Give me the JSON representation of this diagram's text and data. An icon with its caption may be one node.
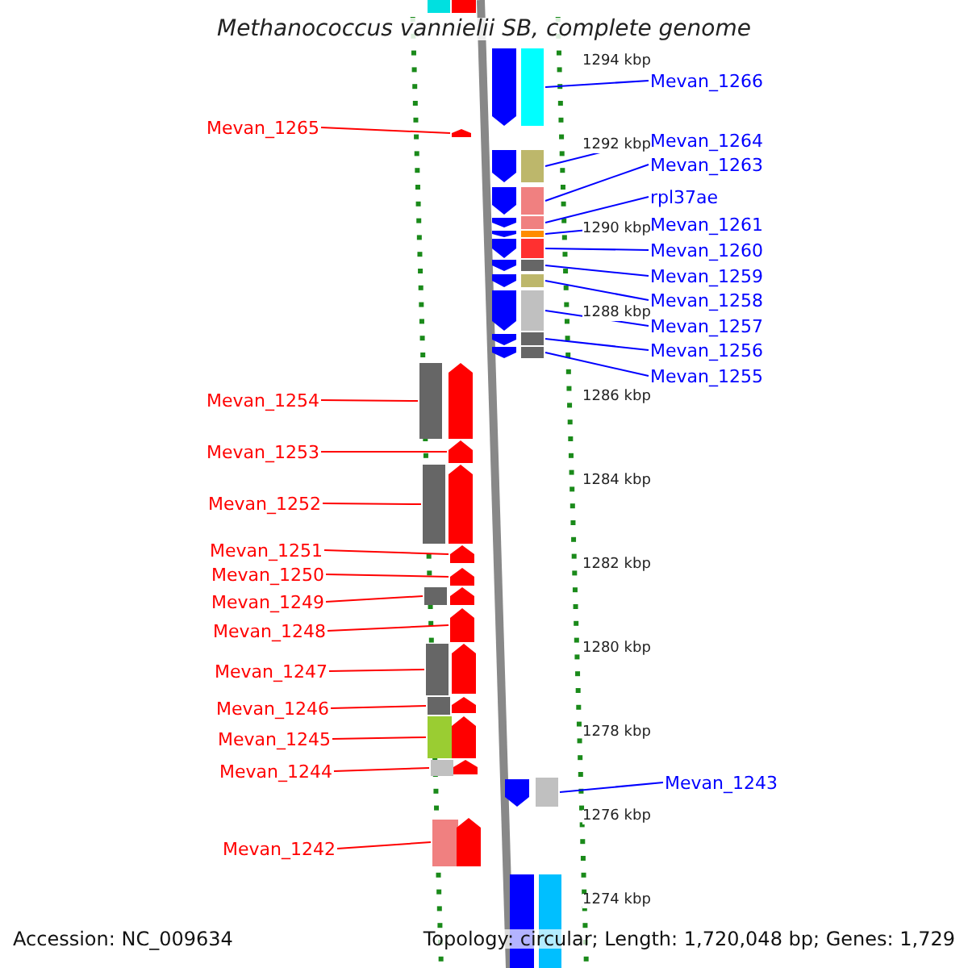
{
  "diagram": {
    "title": "Methanococcus vannielii SB, complete genome",
    "nodes": [
      {
        "text": [
          "Mevan_1266"
        ]
      },
      {
        "text": [
          "Mevan_1265"
        ]
      },
      {
        "text": [
          "Mevan_1264"
        ]
      },
      {
        "text": [
          "Mevan_1263"
        ]
      },
      {
        "text": [
          "rpl37ae"
        ]
      },
      {
        "text": [
          "Mevan_1261"
        ]
      },
      {
        "text": [
          "Mevan_1260"
        ]
      },
      {
        "text": [
          "Mevan_1259"
        ]
      },
      {
        "text": [
          "Mevan_1258"
        ]
      },
      {
        "text": [
          "Mevan_1257"
        ]
      },
      {
        "text": [
          "Mevan_1256"
        ]
      },
      {
        "text": [
          "Mevan_1255"
        ]
      },
      {
        "text": [
          "Mevan_1254"
        ]
      },
      {
        "text": [
          "Mevan_1253"
        ]
      },
      {
        "text": [
          "Mevan_1252"
        ]
      },
      {
        "text": [
          "Mevan_1251"
        ]
      },
      {
        "text": [
          "Mevan_1250"
        ]
      },
      {
        "text": [
          "Mevan_1249"
        ]
      },
      {
        "text": [
          "Mevan_1248"
        ]
      },
      {
        "text": [
          "Mevan_1247"
        ]
      },
      {
        "text": [
          "Mevan_1246"
        ]
      },
      {
        "text": [
          "Mevan_1245"
        ]
      },
      {
        "text": [
          "Mevan_1244"
        ]
      },
      {
        "text": [
          "Mevan_1243"
        ]
      },
      {
        "text": [
          "Mevan_1242"
        ]
      },
      {
        "text": [],
        "shape": "arrow"
      },
      {
        "text": [],
        "shape": "arrow"
      },
      {
        "text": [],
        "shape": "arrow"
      },
      {
        "text": [],
        "shape": "arrow"
      },
      {
        "text": [],
        "shape": "arrow"
      },
      {
        "text": [],
        "shape": "arrow"
      },
      {
        "text": [],
        "shape": "arrow"
      },
      {
        "text": [],
        "shape": "arrow"
      },
      {
        "text": [],
        "shape": "arrow"
      },
      {
        "text": [],
        "shape": "arrow"
      },
      {
        "text": [],
        "shape": "arrow"
      },
      {
        "text": [],
        "shape": "arrow"
      },
      {
        "text": [],
        "shape": "arrow"
      },
      {
        "text": [],
        "shape": "arrow"
      },
      {
        "text": [],
        "shape": "arrow"
      },
      {
        "text": [],
        "shape": "arrow"
      },
      {
        "text": [],
        "shape": "arrow"
      },
      {
        "text": [],
        "shape": "arrow"
      },
      {
        "text": [],
        "shape": "arrow"
      },
      {
        "text": [],
        "shape": "arrow"
      },
      {
        "text": [],
        "shape": "arrow"
      },
      {
        "text": [],
        "shape": "arrow"
      },
      {
        "text": [],
        "shape": "arrow"
      },
      {
        "text": [],
        "shape": "arrow"
      },
      {
        "text": [],
        "shape": "arrow"
      }
    ],
    "edges": [
      {
        "from": 0,
        "to": 25,
        "arrow": "none",
        "color": "#0000ff"
      },
      {
        "from": 1,
        "to": 26,
        "arrow": "none"
      },
      {
        "from": 2,
        "to": 27,
        "arrow": "none",
        "color": "#0000ff"
      },
      {
        "from": 3,
        "to": 28,
        "arrow": "none",
        "color": "#0000ff"
      },
      {
        "from": 4,
        "to": 29,
        "arrow": "none",
        "color": "#0000ff"
      },
      {
        "from": 5,
        "to": 30,
        "arrow": "none",
        "color": "#0000ff"
      },
      {
        "from": 6,
        "to": 31,
        "arrow": "none",
        "color": "#0000ff"
      },
      {
        "from": 7,
        "to": 32,
        "arrow": "none",
        "color": "#0000ff"
      },
      {
        "from": 8,
        "to": 33,
        "arrow": "none",
        "color": "#0000ff"
      },
      {
        "from": 9,
        "to": 34,
        "arrow": "none",
        "color": "#0000ff"
      },
      {
        "from": 10,
        "to": 35,
        "arrow": "none",
        "color": "#0000ff"
      },
      {
        "from": 11,
        "to": 36,
        "arrow": "none",
        "color": "#0000ff"
      },
      {
        "from": 12,
        "to": 37,
        "arrow": "none"
      },
      {
        "from": 13,
        "to": 38,
        "arrow": "none"
      },
      {
        "from": 14,
        "to": 39,
        "arrow": "none"
      },
      {
        "from": 15,
        "to": 40,
        "arrow": "none"
      },
      {
        "from": 16,
        "to": 41,
        "arrow": "none"
      },
      {
        "from": 17,
        "to": 42,
        "arrow": "none"
      },
      {
        "from": 18,
        "to": 43,
        "arrow": "none"
      },
      {
        "from": 19,
        "to": 44,
        "arrow": "none"
      },
      {
        "from": 20,
        "to": 45,
        "arrow": "none"
      },
      {
        "from": 21,
        "to": 46,
        "arrow": "none"
      },
      {
        "from": 22,
        "to": 47,
        "arrow": "none"
      },
      {
        "from": 23,
        "to": 48,
        "arrow": "none",
        "color": "#0000ff"
      },
      {
        "from": 24,
        "to": 49,
        "arrow": "none"
      }
    ],
    "labels": [
      "1294 kbp",
      "1292 kbp",
      "1290 kbp",
      "1288 kbp",
      "1286 kbp",
      "1284 kbp",
      "1282 kbp",
      "1280 kbp",
      "1278 kbp",
      "1276 kbp",
      "1274 kbp",
      "Accession: NC_009634",
      "Topology: circular; Length: 1,720,048 bp; Genes: 1,729"
    ]
  }
}
